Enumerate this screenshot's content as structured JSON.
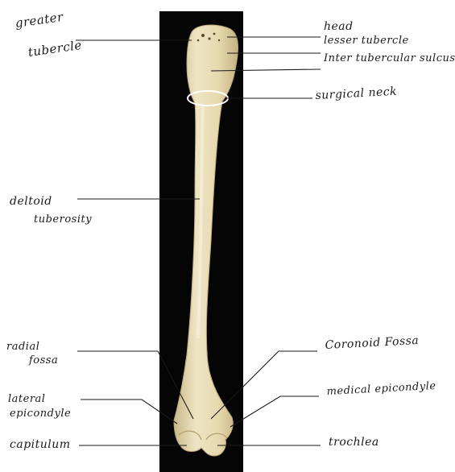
{
  "labels": {
    "greater_tubercle": {
      "line1": "greater",
      "line2": "tubercle"
    },
    "head": "head",
    "lesser_tubercle": "lesser tubercle",
    "intertubercular_sulcus": "Inter tubercular sulcus",
    "surgical_neck": "surgical neck",
    "deltoid_tuberosity": {
      "line1": "deltoid",
      "line2": "tuberosity"
    },
    "radial_fossa": {
      "line1": "radial",
      "line2": "fossa"
    },
    "coronoid_fossa": "Coronoid Fossa",
    "lateral_epicondyle": {
      "line1": "lateral",
      "line2": "epicondyle"
    },
    "medial_epicondyle": "medical epicondyle",
    "capitulum": "capitulum",
    "trochlea": "trochlea"
  },
  "colors": {
    "background": "#ffffff",
    "photo_background": "#050505",
    "bone": "#e8dcb4",
    "bone_shadow": "#c9b98a",
    "ink": "#1a1a1a"
  }
}
